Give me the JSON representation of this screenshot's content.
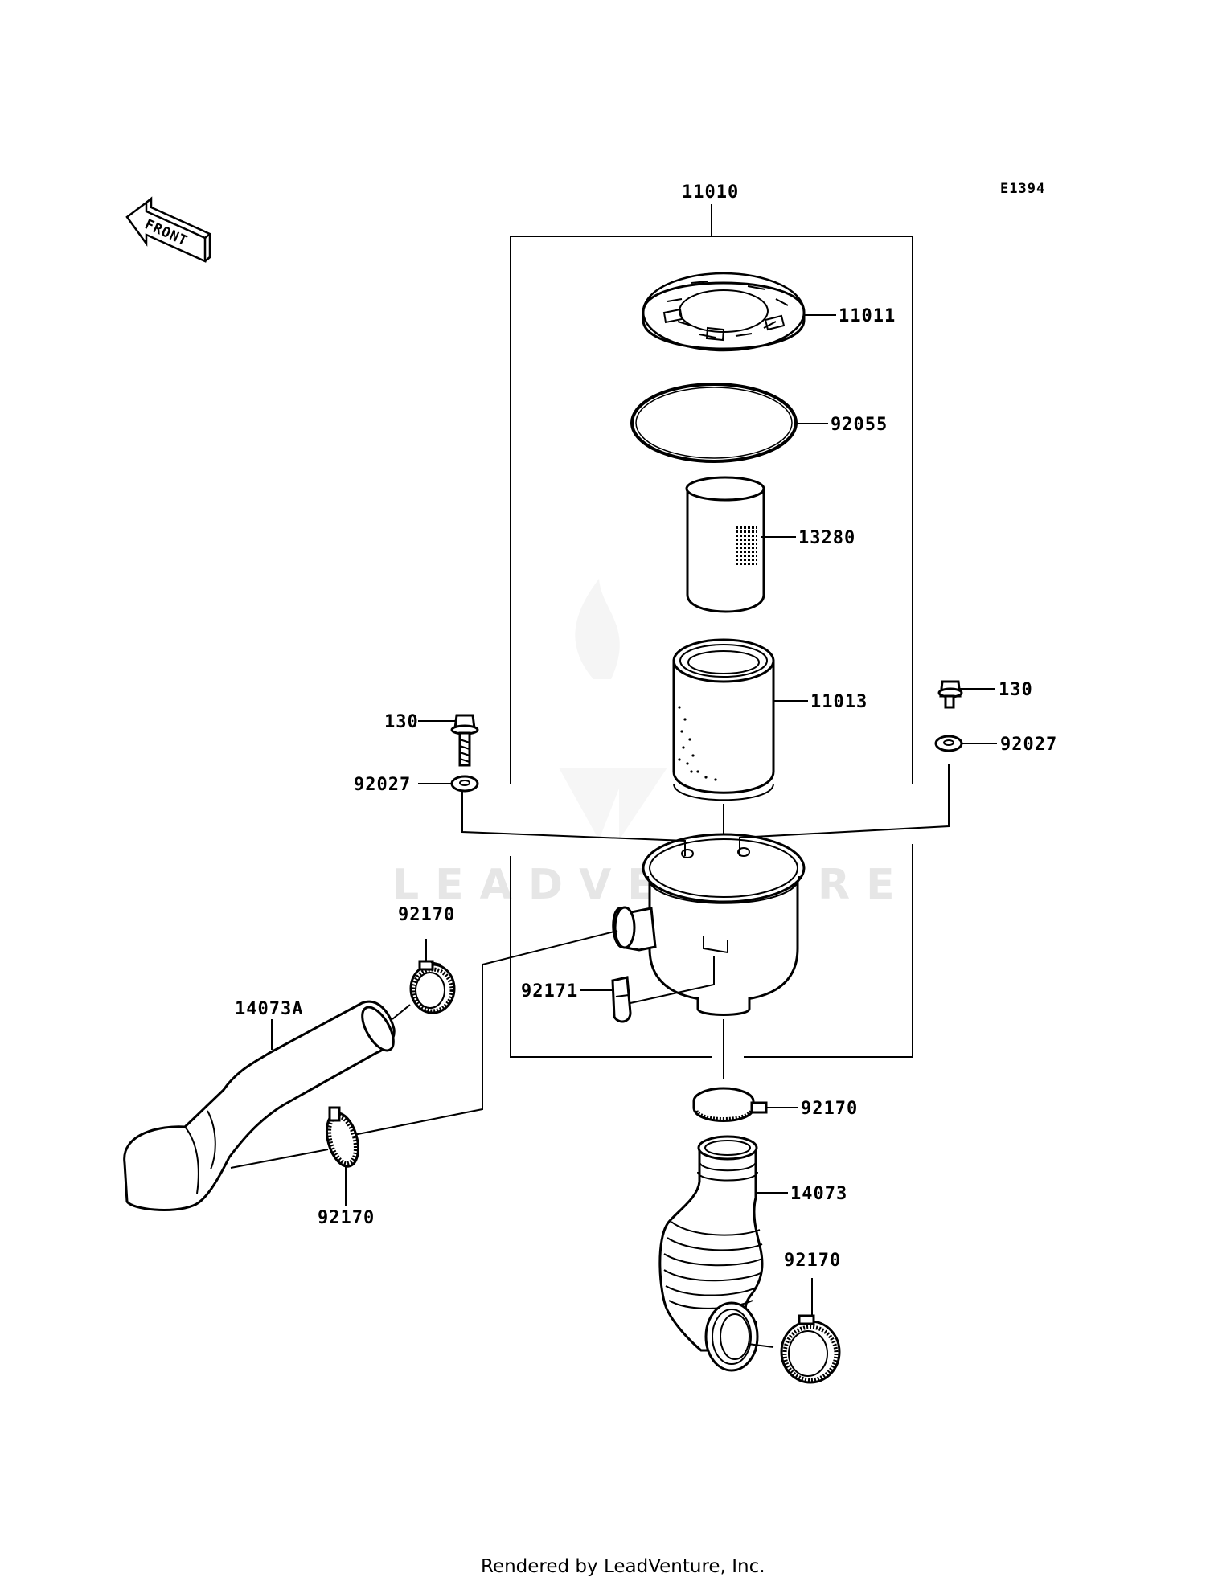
{
  "diagram_code": "E1394",
  "front_label": "FRONT",
  "watermark": "LEADVENTURE",
  "footer": "Rendered by LeadVenture, Inc.",
  "callouts": {
    "assembly_11010": "11010",
    "cap_11011": "11011",
    "oring_92055": "92055",
    "inner_filter_13280": "13280",
    "element_11013": "11013",
    "bolt_130_left": "130",
    "bolt_130_right": "130",
    "washer_92027_left": "92027",
    "washer_92027_right": "92027",
    "clamp_92170_top_left": "92170",
    "clamp_92170_bottom_left": "92170",
    "clamp_92170_mid_right": "92170",
    "clamp_92170_bottom_right": "92170",
    "clip_92171": "92171",
    "duct_14073A": "14073A",
    "duct_14073": "14073"
  }
}
